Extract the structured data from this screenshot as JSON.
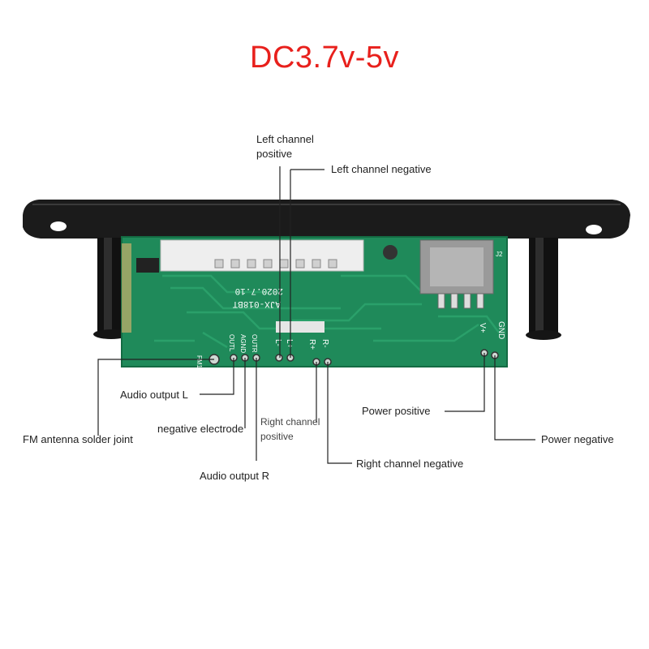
{
  "title": "DC3.7v-5v",
  "board": {
    "pin_labels": [
      "OUTL",
      "AGND",
      "OUTR",
      "FM1"
    ],
    "speaker_pins": [
      "L-",
      "L+",
      "R+",
      "R-"
    ],
    "power_pins": [
      "V+",
      "GND"
    ],
    "marking_date": "2020.7.10",
    "marking_model": "AJX-018BT",
    "usb_label": "J2"
  },
  "labels": {
    "left_positive": "Left channel\npositive",
    "left_negative": "Left channel negative",
    "audio_l": "Audio output L",
    "fm_antenna": "FM antenna solder joint",
    "neg_electrode": "negative electrode",
    "right_positive": "Right channel\npositive",
    "audio_r": "Audio output R",
    "right_negative": "Right channel negative",
    "power_positive": "Power positive",
    "power_negative": "Power negative"
  },
  "colors": {
    "title": "#e8201c",
    "pcb": "#1f8a5a",
    "pcb_dark": "#146b43",
    "trace": "#2aa06a",
    "plastic": "#1b1b1b",
    "leader": "#222222"
  }
}
